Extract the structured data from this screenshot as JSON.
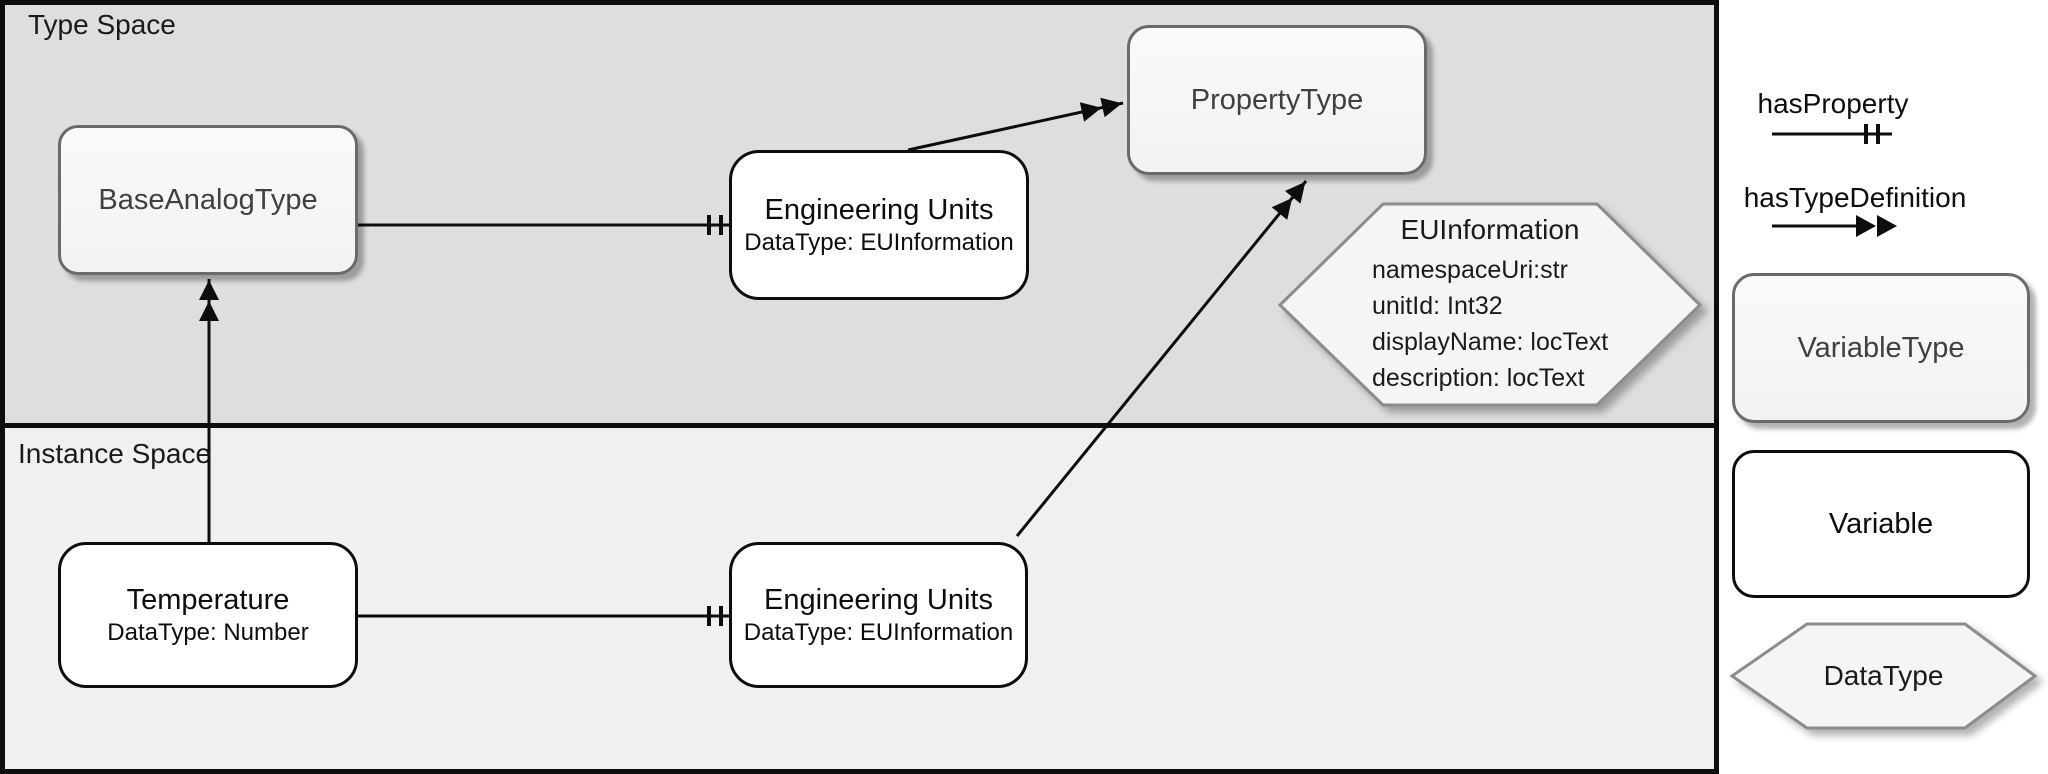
{
  "diagram": {
    "type_space_label": "Type Space",
    "instance_space_label": "Instance Space",
    "nodes": {
      "base_analog_type": {
        "label": "BaseAnalogType"
      },
      "property_type": {
        "label": "PropertyType"
      },
      "engineering_units_type": {
        "title": "Engineering Units",
        "subtitle": "DataType: EUInformation"
      },
      "temperature": {
        "title": "Temperature",
        "subtitle": "DataType: Number"
      },
      "engineering_units_instance": {
        "title": "Engineering Units",
        "subtitle": "DataType: EUInformation"
      },
      "eu_information": {
        "title": "EUInformation",
        "attributes": [
          "namespaceUri:str",
          "unitId: Int32",
          "displayName: locText",
          "description: locText"
        ]
      }
    },
    "relations": [
      {
        "type": "hasProperty",
        "from": "BaseAnalogType",
        "to": "Engineering Units (type)"
      },
      {
        "type": "hasTypeDefinition",
        "from": "Engineering Units (type)",
        "to": "PropertyType"
      },
      {
        "type": "hasTypeDefinition",
        "from": "Temperature",
        "to": "BaseAnalogType"
      },
      {
        "type": "hasProperty",
        "from": "Temperature",
        "to": "Engineering Units (instance)"
      },
      {
        "type": "hasTypeDefinition",
        "from": "Engineering Units (instance)",
        "to": "PropertyType"
      }
    ]
  },
  "legend": {
    "has_property_label": "hasProperty",
    "has_type_definition_label": "hasTypeDefinition",
    "variable_type_label": "VariableType",
    "variable_label": "Variable",
    "data_type_label": "DataType"
  },
  "colors": {
    "type_space_bg": "#dedede",
    "instance_space_bg": "#f0f0f0",
    "panel_bg": "#ffffff",
    "type_node_fill": "#f2f2f2",
    "type_node_border": "#6a6a6a",
    "instance_node_fill": "#ffffff",
    "instance_node_border": "#0d0d0d",
    "datatype_fill": "#f5f5f5",
    "datatype_border": "#8c8c8c",
    "line_color": "#0d0d0d"
  }
}
